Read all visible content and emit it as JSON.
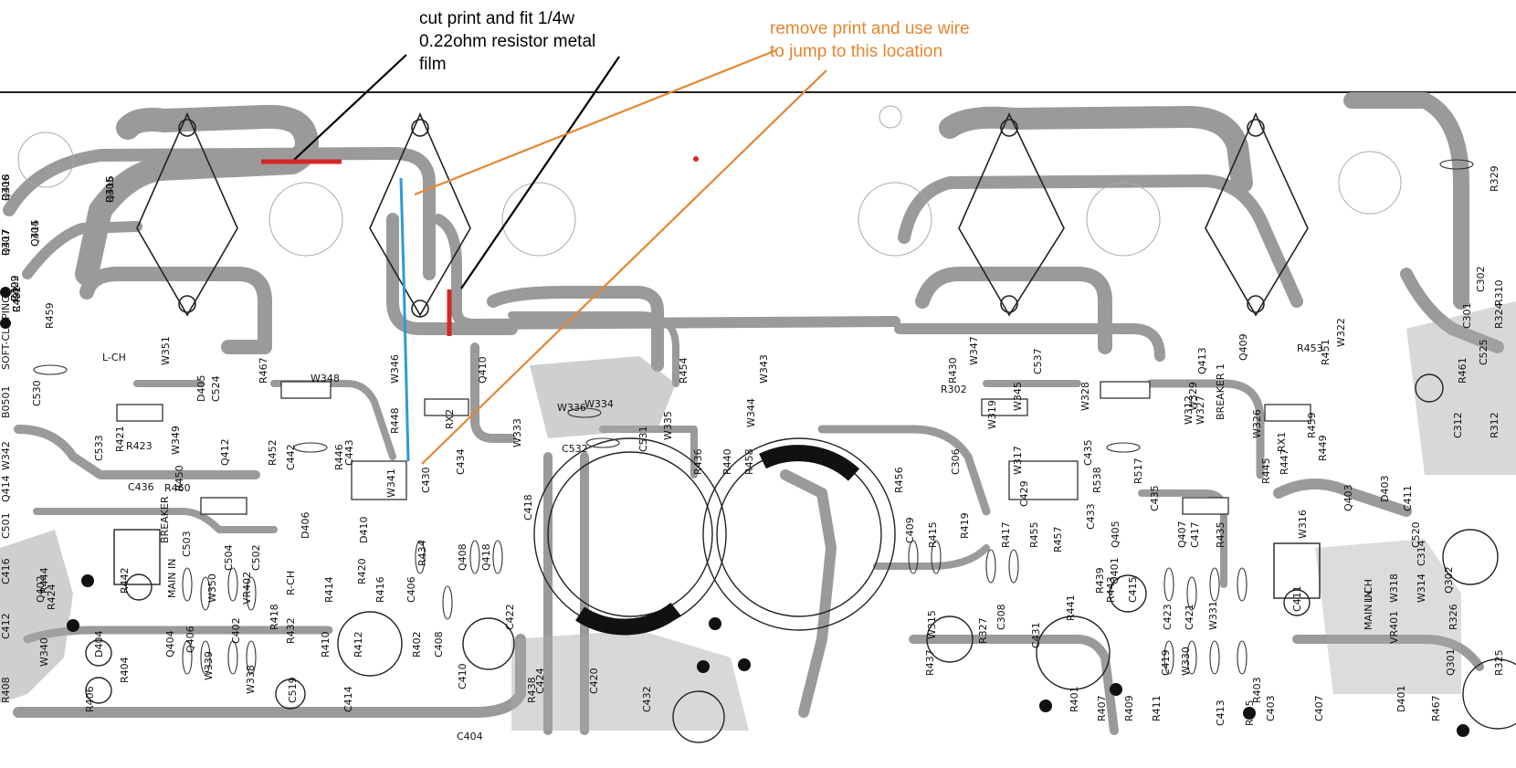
{
  "annotations": {
    "cut_note": "cut print and fit 1/4w\n0.22ohm resistor metal\nfilm",
    "wire_note": "remove print and use wire\nto jump to this location"
  },
  "colors": {
    "trace": "#9a9a9a",
    "background": "#ffffff",
    "annotation_black": "#000000",
    "annotation_orange": "#e4862f",
    "cut_mark_red": "#d62728",
    "jumper_blue": "#2e9bd6"
  },
  "labels": [
    "Q416",
    "Q418",
    "Q417",
    "Q415",
    "R429",
    "R431",
    "R459",
    "SOFT-CLIPPING",
    "L-CH",
    "W351",
    "D405",
    "C524",
    "R467",
    "W348",
    "W346",
    "Q410",
    "R454",
    "W343",
    "W344",
    "W335",
    "W336",
    "W334",
    "W333",
    "C532",
    "C531",
    "B0501",
    "C530",
    "C533",
    "R421",
    "R423",
    "Q412",
    "W349",
    "C436",
    "R460",
    "R452",
    "R450",
    "C443",
    "C442",
    "R446",
    "R448",
    "RX2",
    "C430",
    "C434",
    "W342",
    "Q414",
    "BREAKER",
    "W341",
    "D410",
    "R434",
    "Q408",
    "Q418",
    "C418",
    "R436",
    "R440",
    "R458",
    "R456",
    "C501",
    "C503",
    "C504",
    "C502",
    "D406",
    "R420",
    "R414",
    "R416",
    "C406",
    "C416",
    "Q402",
    "R444",
    "R442",
    "R424",
    "MAIN IN",
    "W350",
    "VR402",
    "R-CH",
    "R418",
    "D404",
    "C412",
    "Q404",
    "Q406",
    "C402",
    "R432",
    "R410",
    "R412",
    "R402",
    "C408",
    "C410",
    "C422",
    "C424",
    "R438",
    "C420",
    "C432",
    "W340",
    "W339",
    "W338",
    "C519",
    "R406",
    "R408",
    "R404",
    "C414",
    "C404",
    "R430",
    "W347",
    "W345",
    "C537",
    "W328",
    "W329",
    "Q413",
    "Q409",
    "R453",
    "R451",
    "W322",
    "R461",
    "C525",
    "W319",
    "W317",
    "C306",
    "W312",
    "W327",
    "BREAKER 1",
    "W326",
    "R445",
    "RX1",
    "R449",
    "R459",
    "R447",
    "C435",
    "R538",
    "R517",
    "C435",
    "C429",
    "C433",
    "Q405",
    "Q407",
    "C417",
    "R435",
    "C409",
    "R415",
    "R419",
    "R417",
    "R455",
    "R457",
    "R439",
    "R441",
    "R443",
    "C415",
    "Q401",
    "Q403",
    "C411",
    "D403",
    "C411",
    "W316",
    "VR401",
    "W315",
    "R327",
    "C308",
    "C431",
    "R437",
    "C423",
    "C421",
    "W331",
    "W330",
    "C419",
    "R401",
    "R407",
    "R409",
    "R411",
    "R403",
    "R405",
    "C413",
    "C403",
    "C407",
    "D401",
    "R467",
    "MAIN IN",
    "L-CH",
    "W318",
    "C520",
    "C314",
    "W314",
    "Q302",
    "R326",
    "Q301",
    "R325",
    "R312",
    "C312",
    "R329",
    "C302",
    "R324",
    "C301",
    "R310",
    "R302",
    "R305",
    "R306",
    "R307",
    "C304",
    "C302",
    "C402"
  ]
}
